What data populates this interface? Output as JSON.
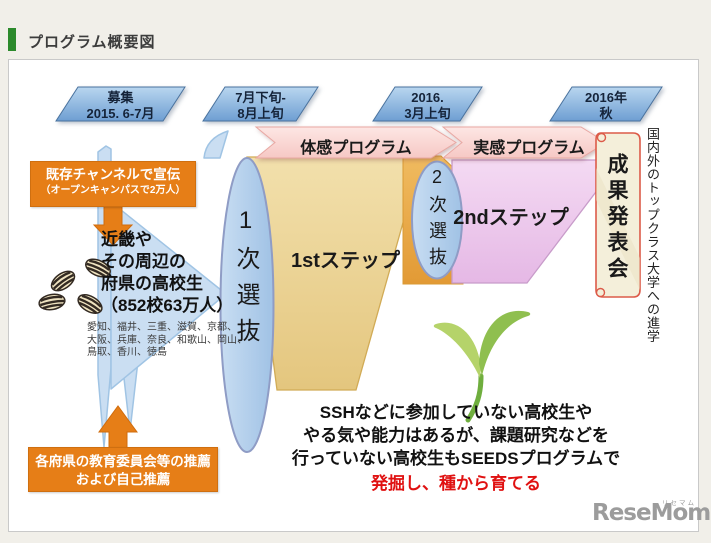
{
  "header": {
    "title": "プログラム概要図"
  },
  "timeline": {
    "milestones": [
      {
        "lines": [
          "募集",
          "2015. 6-7月"
        ]
      },
      {
        "lines": [
          "7月下旬-",
          "8月上旬"
        ]
      },
      {
        "lines": [
          "2016.",
          "3月上旬"
        ]
      },
      {
        "lines": [
          "2016年",
          "秋"
        ]
      }
    ],
    "programs": [
      {
        "label": "体感プログラム"
      },
      {
        "label": "実感プログラム"
      }
    ]
  },
  "left_flow": {
    "promo_box": {
      "lines": [
        "既存チャンネルで宣伝",
        "（オープンキャンパスで2万人）"
      ]
    },
    "target": {
      "lines": [
        "近畿や",
        "その周辺の",
        "府県の高校生",
        "（852校63万人）"
      ]
    },
    "prefectures": [
      "愛知、福井、三重、滋賀、京都、",
      "大阪、兵庫、奈良、和歌山、岡山、",
      "鳥取、香川、徳島"
    ],
    "recommend_box": {
      "lines": [
        "各府県の教育委員会等の推薦",
        "および自己推薦"
      ]
    }
  },
  "main_flow": {
    "selection1": "1次選抜",
    "step1": "1stステップ",
    "selection2": "2次選抜",
    "step2": "2ndステップ",
    "presentation": "成果発表会",
    "outcome": "国内外のトップクラス大学への進学"
  },
  "footer_note": {
    "lines": [
      "SSHなどに参加していない高校生や",
      "やる気や能力はあるが、課題研究などを",
      "行っていない高校生もSEEDSプログラムで"
    ],
    "highlight": "発掘し、種から育てる"
  },
  "logo": {
    "text": "ReseMom.",
    "ruby": "リセマム"
  },
  "colors": {
    "header_accent": "#2c8a2c",
    "milestone_blue": "#74a3d6",
    "program_pink": "#fad8d5",
    "flow_blue": "#cadef2",
    "step1_yellow": "#ead193",
    "step2_pink": "#ecc9ec",
    "promo_orange": "#e67e17",
    "scroll_red": "#dc5b49",
    "highlight_red": "#e01111",
    "logo_gray": "#9c9c9c"
  }
}
